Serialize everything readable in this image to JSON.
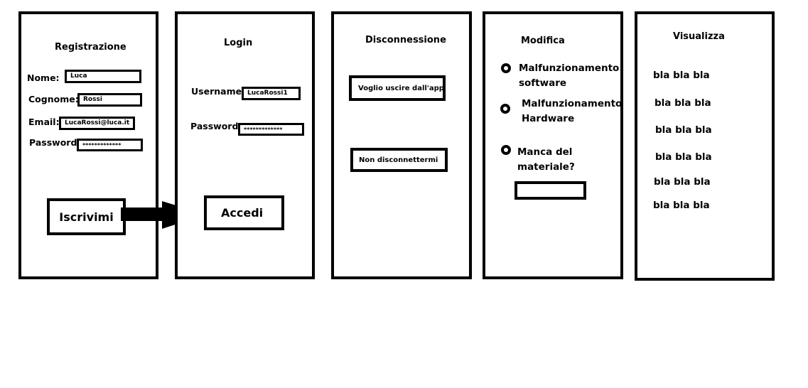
{
  "registrazione": {
    "title": "Registrazione",
    "nome_label": "Nome:",
    "nome_value": "Luca",
    "cognome_label": "Cognome:",
    "cognome_value": "Rossi",
    "email_label": "Email:",
    "email_value": "LucaRossi@luca.it",
    "password_label": "Password:",
    "password_value": "*************",
    "submit_label": "Iscrivimi"
  },
  "login": {
    "title": "Login",
    "username_label": "Username:",
    "username_value": "LucaRossi1",
    "password_label": "Password:",
    "password_value": "*************",
    "submit_label": "Accedi"
  },
  "disconnessione": {
    "title": "Disconnessione",
    "exit_label": "Voglio uscire dall'app",
    "stay_label": "Non disconnettermi"
  },
  "modifica": {
    "title": "Modifica",
    "options": [
      {
        "line1": "Malfunzionamento",
        "line2": "software"
      },
      {
        "line1": "Malfunzionamento",
        "line2": "Hardware"
      },
      {
        "line1": "Manca del",
        "line2": "materiale?"
      }
    ],
    "materiale_value": ""
  },
  "visualizza": {
    "title": "Visualizza",
    "items": [
      "bla bla bla",
      "bla bla bla",
      "bla bla bla",
      "bla bla bla",
      "bla bla bla",
      "bla bla bla"
    ]
  },
  "colors": {
    "stroke": "#000000",
    "background": "#ffffff"
  }
}
